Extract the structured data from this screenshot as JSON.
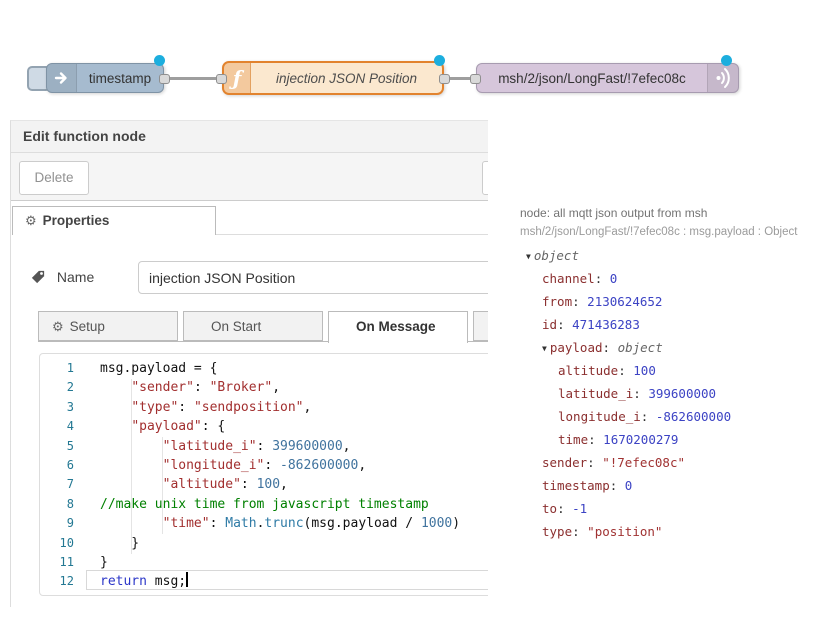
{
  "flow": {
    "inject": {
      "label": "timestamp"
    },
    "function": {
      "label": "injection JSON Position"
    },
    "mqtt": {
      "label": "msh/2/json/LongFast/!7efec08c"
    }
  },
  "dialog": {
    "title": "Edit function node",
    "delete_button": "Delete",
    "properties_tab": "Properties",
    "name_label": "Name",
    "name_value": "injection JSON Position",
    "function_tabs": [
      "Setup",
      "On Start",
      "On Message"
    ]
  },
  "editor": {
    "lines": [
      {
        "num": "1",
        "tokens": [
          {
            "t": "msg.payload = {",
            "c": "d"
          }
        ]
      },
      {
        "num": "2",
        "tokens": [
          {
            "t": "    ",
            "c": "d"
          },
          {
            "t": "\"sender\"",
            "c": "s"
          },
          {
            "t": ": ",
            "c": "d"
          },
          {
            "t": "\"Broker\"",
            "c": "s"
          },
          {
            "t": ",",
            "c": "d"
          }
        ]
      },
      {
        "num": "3",
        "tokens": [
          {
            "t": "    ",
            "c": "d"
          },
          {
            "t": "\"type\"",
            "c": "s"
          },
          {
            "t": ": ",
            "c": "d"
          },
          {
            "t": "\"sendposition\"",
            "c": "s"
          },
          {
            "t": ",",
            "c": "d"
          }
        ]
      },
      {
        "num": "4",
        "tokens": [
          {
            "t": "    ",
            "c": "d"
          },
          {
            "t": "\"payload\"",
            "c": "s"
          },
          {
            "t": ": {",
            "c": "d"
          }
        ]
      },
      {
        "num": "5",
        "tokens": [
          {
            "t": "        ",
            "c": "d"
          },
          {
            "t": "\"latitude_i\"",
            "c": "s"
          },
          {
            "t": ": ",
            "c": "d"
          },
          {
            "t": "399600000",
            "c": "n"
          },
          {
            "t": ",",
            "c": "d"
          }
        ]
      },
      {
        "num": "6",
        "tokens": [
          {
            "t": "        ",
            "c": "d"
          },
          {
            "t": "\"longitude_i\"",
            "c": "s"
          },
          {
            "t": ": ",
            "c": "d"
          },
          {
            "t": "-862600000",
            "c": "n"
          },
          {
            "t": ",",
            "c": "d"
          }
        ]
      },
      {
        "num": "7",
        "tokens": [
          {
            "t": "        ",
            "c": "d"
          },
          {
            "t": "\"altitude\"",
            "c": "s"
          },
          {
            "t": ": ",
            "c": "d"
          },
          {
            "t": "100",
            "c": "n"
          },
          {
            "t": ",",
            "c": "d"
          }
        ]
      },
      {
        "num": "8",
        "tokens": [
          {
            "t": "//make unix time from javascript timestamp",
            "c": "c"
          }
        ]
      },
      {
        "num": "9",
        "tokens": [
          {
            "t": "        ",
            "c": "d"
          },
          {
            "t": "\"time\"",
            "c": "s"
          },
          {
            "t": ": ",
            "c": "d"
          },
          {
            "t": "Math",
            "c": "m"
          },
          {
            "t": ".",
            "c": "d"
          },
          {
            "t": "trunc",
            "c": "m"
          },
          {
            "t": "(msg.payload / ",
            "c": "d"
          },
          {
            "t": "1000",
            "c": "n"
          },
          {
            "t": ")",
            "c": "d"
          }
        ]
      },
      {
        "num": "10",
        "tokens": [
          {
            "t": "    }",
            "c": "d"
          }
        ]
      },
      {
        "num": "11",
        "tokens": [
          {
            "t": "}",
            "c": "d"
          }
        ]
      },
      {
        "num": "12",
        "tokens": [
          {
            "t": "return",
            "c": "k"
          },
          {
            "t": " msg;",
            "c": "d"
          }
        ],
        "cursor": true,
        "active": true
      }
    ]
  },
  "debug": {
    "meta_node": "node: all mqtt json output from msh",
    "meta_topic": "msh/2/json/LongFast/!7efec08c : msg.payload : Object",
    "tree": [
      {
        "indent": 0,
        "expanded": true,
        "meta": "object"
      },
      {
        "indent": 1,
        "key": "channel",
        "value": "0",
        "vtype": "num"
      },
      {
        "indent": 1,
        "key": "from",
        "value": "2130624652",
        "vtype": "num"
      },
      {
        "indent": 1,
        "key": "id",
        "value": "471436283",
        "vtype": "num"
      },
      {
        "indent": 1,
        "expanded": true,
        "key": "payload",
        "meta": "object"
      },
      {
        "indent": 2,
        "key": "altitude",
        "value": "100",
        "vtype": "num"
      },
      {
        "indent": 2,
        "key": "latitude_i",
        "value": "399600000",
        "vtype": "num"
      },
      {
        "indent": 2,
        "key": "longitude_i",
        "value": "-862600000",
        "vtype": "num"
      },
      {
        "indent": 2,
        "key": "time",
        "value": "1670200279",
        "vtype": "num"
      },
      {
        "indent": 1,
        "key": "sender",
        "value": "\"!7efec08c\"",
        "vtype": "str"
      },
      {
        "indent": 1,
        "key": "timestamp",
        "value": "0",
        "vtype": "num"
      },
      {
        "indent": 1,
        "key": "to",
        "value": "-1",
        "vtype": "num"
      },
      {
        "indent": 1,
        "key": "type",
        "value": "\"position\"",
        "vtype": "str"
      }
    ]
  },
  "colors": {
    "inject_node": "#a6bbcf",
    "function_node_fill": "#fbe8cf",
    "function_node_border": "#e2832e",
    "mqtt_node": "#d6c6db",
    "changed_dot": "#1caede",
    "code_string": "#a22f2f",
    "code_number": "#40739e",
    "code_comment": "#008000",
    "debug_key": "#8b2f2f",
    "debug_number": "#3c43c4"
  }
}
